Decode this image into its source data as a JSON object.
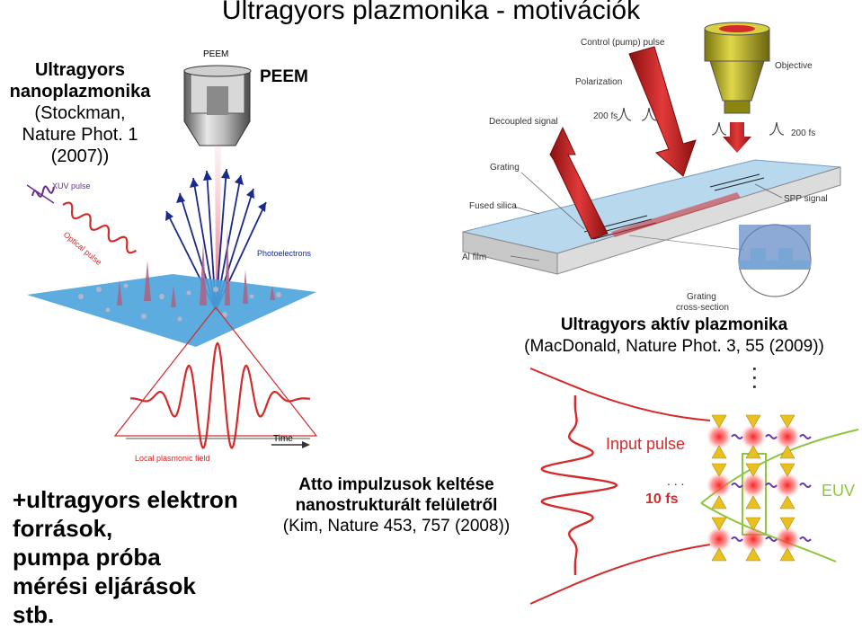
{
  "title": "Ultragyors plazmonika - motivációk",
  "top_left": {
    "line1": "Ultragyors",
    "line2": "nanoplazmonika",
    "line3": "(Stockman,",
    "line4": "Nature Phot. 1 (2007))"
  },
  "peem_label": "PEEM",
  "peem_figure": {
    "device_label": "PEEM",
    "xuv_label": "XUV pulse",
    "optical_label": "Optical pulse",
    "photoelectrons_label": "Photoelectrons",
    "time_label": "Time",
    "field_label": "Local plasmonic field"
  },
  "right_figure": {
    "control_label": "Control (pump) pulse",
    "objective_label": "Objective",
    "polarization_label": "Polarization",
    "decoupled_label": "Decoupled signal",
    "fs_left": "200 fs",
    "fs_right": "200 fs",
    "grating_label": "Grating",
    "fused_silica_label": "Fused silica",
    "spp_label": "SPP signal",
    "al_film_label": "Al film",
    "cross_section_line1": "Grating",
    "cross_section_line2": "cross-section"
  },
  "right_caption": {
    "line1": "Ultragyors aktív plazmonika",
    "line2": "(MacDonald, Nature Phot. 3, 55 (2009))"
  },
  "vertical_dots": ". . .",
  "bottom_left": {
    "line1": "+ultragyors elektron",
    "line2": "források,",
    "line3": "pumpa próba",
    "line4": "mérési eljárások",
    "line5": "stb."
  },
  "middle_caption": {
    "line1": "Atto impulzusok keltése",
    "line2": "nanostrukturált felületről",
    "line3": "(Kim, Nature 453, 757 (2008))"
  },
  "bottom_right_figure": {
    "input_pulse_label": "Input pulse",
    "dots": ". . .",
    "fs_label": "10 fs",
    "euv_label": "EUV"
  },
  "colors": {
    "red": "#d42a2a",
    "blue_surface": "#4aa3dc",
    "arrow_blue": "#1a2a8c",
    "objective_gold": "#b8b020",
    "euv_green": "#8cc63e"
  }
}
